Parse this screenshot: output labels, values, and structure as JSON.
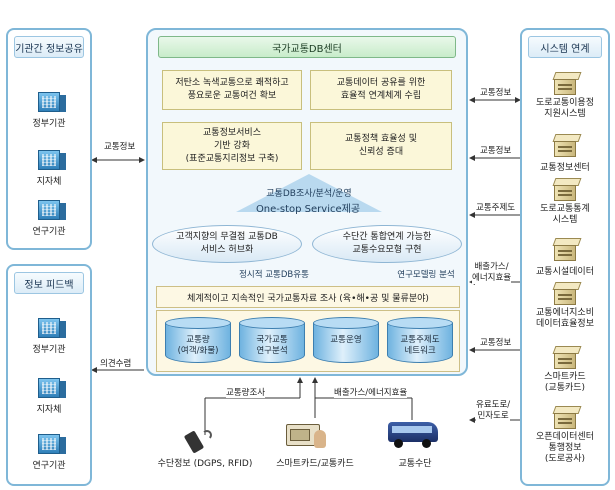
{
  "left_top": {
    "title": "기관간 정보공유",
    "items": [
      "정부기관",
      "지자체",
      "연구기관"
    ]
  },
  "left_bottom": {
    "title": "정보 피드백",
    "items": [
      "정부기관",
      "지자체",
      "연구기관"
    ]
  },
  "right": {
    "title": "시스템 연계",
    "items": [
      "도로교통이용정\n지원시스템",
      "교통정보센터",
      "도로교통통계\n시스템",
      "교통시설데이터",
      "교통에너지소비\n데이터효율정보",
      "스마트카드\n(교통카드)",
      "오픈데이터센터\n통행정보\n(도로공사)"
    ]
  },
  "center": {
    "title": "국가교통DB센터",
    "goals": [
      "저탄소 녹색교통으로 쾌적하고\n풍요로운 교통여건 확보",
      "교통데이터 공유를 위한\n효율적 연계체계 수립",
      "교통정보서비스\n기반 강화\n(표준교통지리정보 구축)",
      "교통정책 효율성 및\n신뢰성 증대"
    ],
    "triangle_top": "교통DB조사/분석/운영",
    "triangle_bottom": "One-stop Service제공",
    "ovals": [
      "고객지향의 무결점 교통DB\n서비스 허브화",
      "수단간 통합연계 가능한\n교통수요모형 구현"
    ],
    "mid_left": "정시적 교통DB유통",
    "mid_right": "연구모델링 분석",
    "survey": "체계적이고 지속적인 국가교통자료 조사 (육•해•공 및 물류분야)",
    "dbs": [
      "교통량\n(여객/화물)",
      "국가교통\n연구분석",
      "교통운영",
      "교통주제도\n네트워크"
    ]
  },
  "arrows": {
    "left_top": "교통정보",
    "left_bottom": "의견수렴",
    "right": [
      "교통정보",
      "교통정보",
      "교통주제도",
      "배출가스/\n에너지효율",
      "교통정보",
      "유료도로/\n민자도로"
    ]
  },
  "bottom": {
    "label_left": "교통량조사",
    "label_right": "배출가스/에너지효율",
    "items": [
      "수단정보 (DGPS, RFID)",
      "스마트카드/교통카드",
      "교통수단"
    ]
  }
}
